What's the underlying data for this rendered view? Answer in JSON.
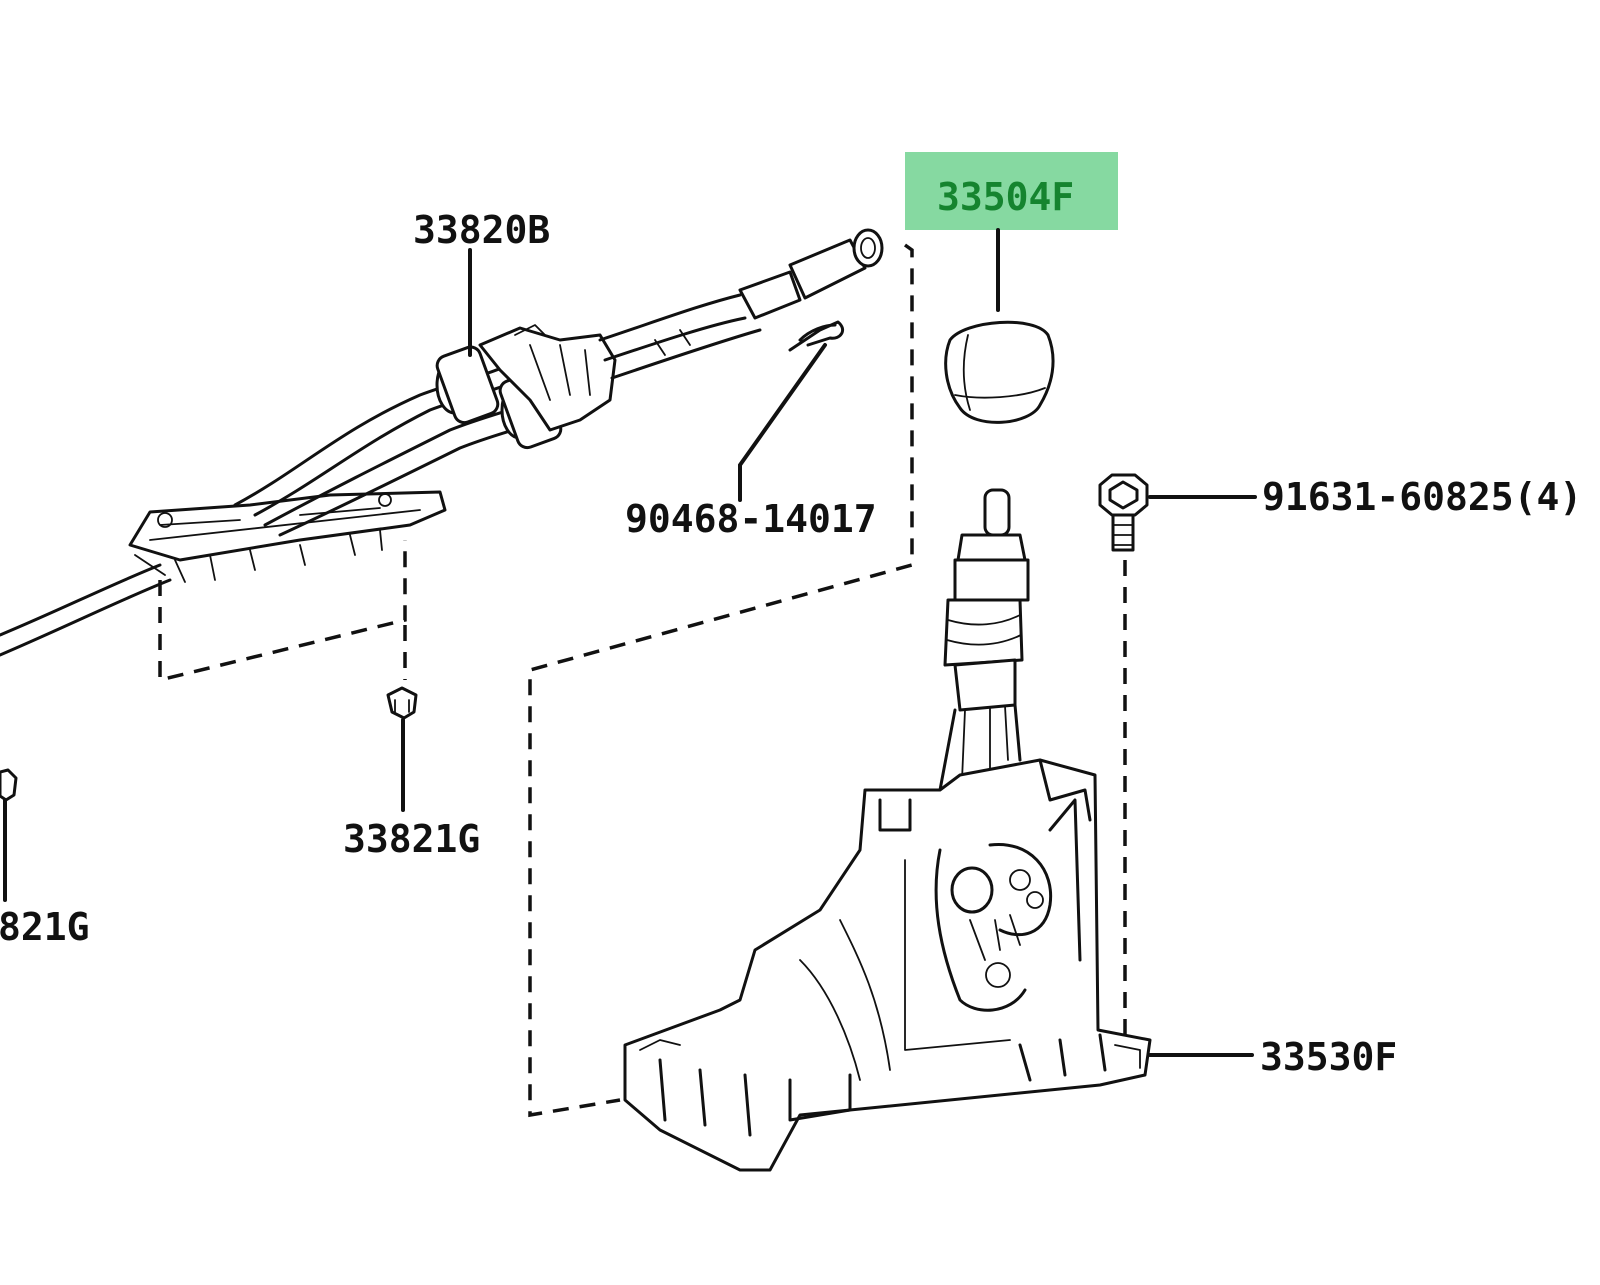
{
  "highlight_color": "#86d9a1",
  "highlight_text_color": "#15842f",
  "parts": {
    "cable_assy": "33820B",
    "clip": "90468-14017",
    "knob": "33504F",
    "bolt": "91631-60825(4)",
    "grommet_right": "33821G",
    "grommet_left": "821G",
    "shift_lever_assy": "33530F"
  }
}
